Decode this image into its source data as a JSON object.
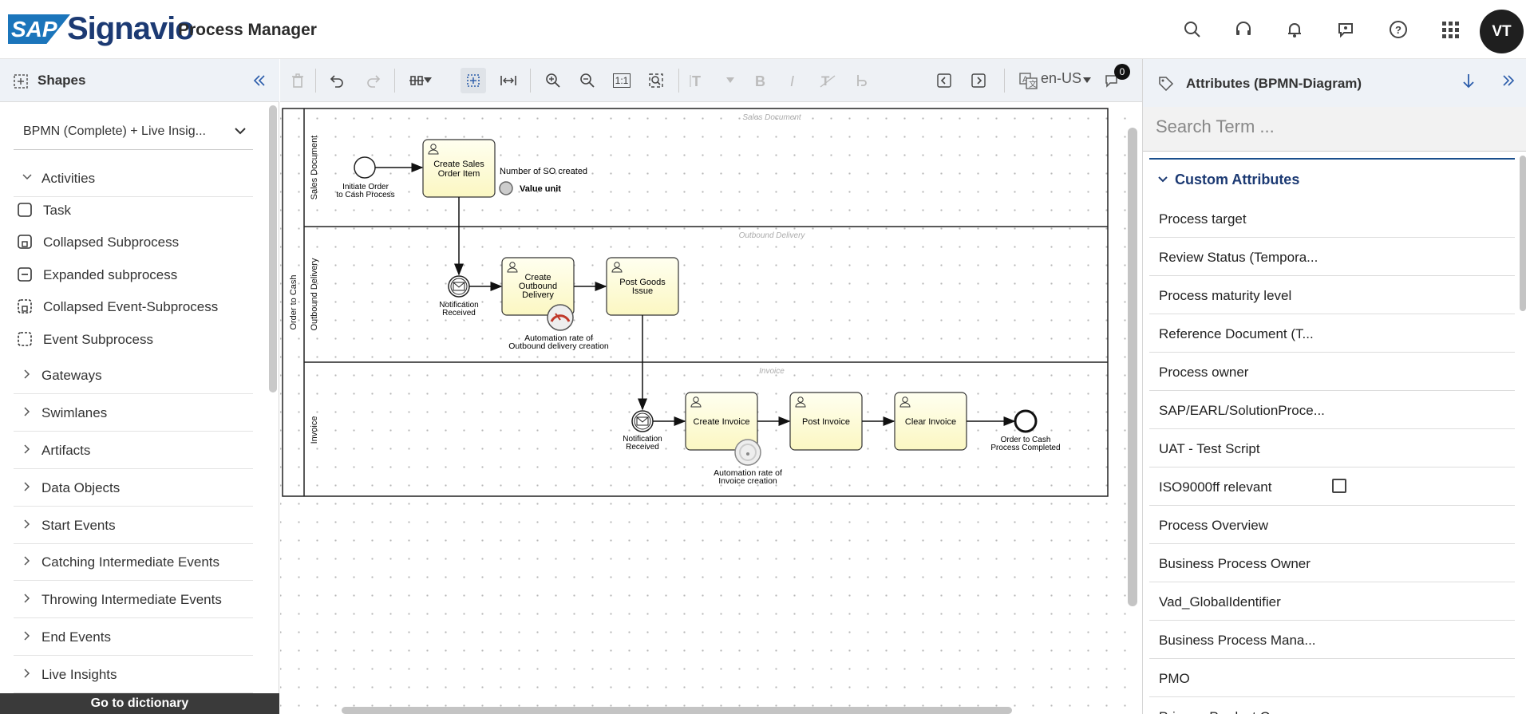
{
  "header": {
    "logo_sap": "SAP",
    "logo_brand": "Signavio",
    "product_name": "Process Manager",
    "avatar_initials": "VT"
  },
  "shapes_panel": {
    "title": "Shapes",
    "stencil_selected": "BPMN (Complete) + Live Insig...",
    "activities_label": "Activities",
    "activity_items": [
      {
        "label": "Task",
        "icon": "task-icon"
      },
      {
        "label": "Collapsed Subprocess",
        "icon": "collapsed-subprocess-icon"
      },
      {
        "label": "Expanded subprocess",
        "icon": "expanded-subprocess-icon"
      },
      {
        "label": "Collapsed Event-Subprocess",
        "icon": "collapsed-event-subprocess-icon"
      },
      {
        "label": "Event Subprocess",
        "icon": "event-subprocess-icon"
      }
    ],
    "categories": [
      "Gateways",
      "Swimlanes",
      "Artifacts",
      "Data Objects",
      "Start Events",
      "Catching Intermediate Events",
      "Throwing Intermediate Events",
      "End Events",
      "Live Insights"
    ],
    "dictionary_button": "Go to dictionary"
  },
  "toolbar": {
    "language": "en-US",
    "notification_count": "0",
    "zoom_1to1": "1:1"
  },
  "diagram": {
    "pool": "Order to Cash",
    "lanes": [
      "Sales Document",
      "Outbound Delivery",
      "Invoice"
    ],
    "lane_watermarks": [
      "Sales Document",
      "Outbound Delivery",
      "Invoice"
    ],
    "start_event": [
      "Initiate Order",
      "to Cash Process"
    ],
    "task_create_so": [
      "Create Sales",
      "Order Item"
    ],
    "so_created_note": "Number of SO created",
    "value_unit": "Value unit",
    "notification_1": [
      "Notification",
      "Received"
    ],
    "task_create_delivery": [
      "Create",
      "Outbound",
      "Delivery"
    ],
    "task_post_goods": [
      "Post Goods",
      "Issue"
    ],
    "automation_delivery": [
      "Automation rate of",
      "Outbound delivery creation"
    ],
    "notification_2": [
      "Notification",
      "Received"
    ],
    "task_create_invoice": "Create Invoice",
    "task_post_invoice": "Post Invoice",
    "task_clear_invoice": "Clear Invoice",
    "end_event": [
      "Order to Cash",
      "Process Completed"
    ],
    "automation_invoice": [
      "Automation rate of",
      "Invoice creation"
    ]
  },
  "attributes_panel": {
    "title": "Attributes (BPMN-Diagram)",
    "search_placeholder": "Search Term ...",
    "section": "Custom Attributes",
    "rows": [
      "Process target",
      "Review Status (Tempora...",
      "Process maturity level",
      "Reference Document (T...",
      "Process owner",
      "SAP/EARL/SolutionProce...",
      "UAT - Test Script",
      "ISO9000ff relevant",
      "Process Overview",
      "Business Process Owner",
      "Vad_GlobalIdentifier",
      "Business Process Mana...",
      "PMO",
      "Primary Product Owner"
    ]
  }
}
